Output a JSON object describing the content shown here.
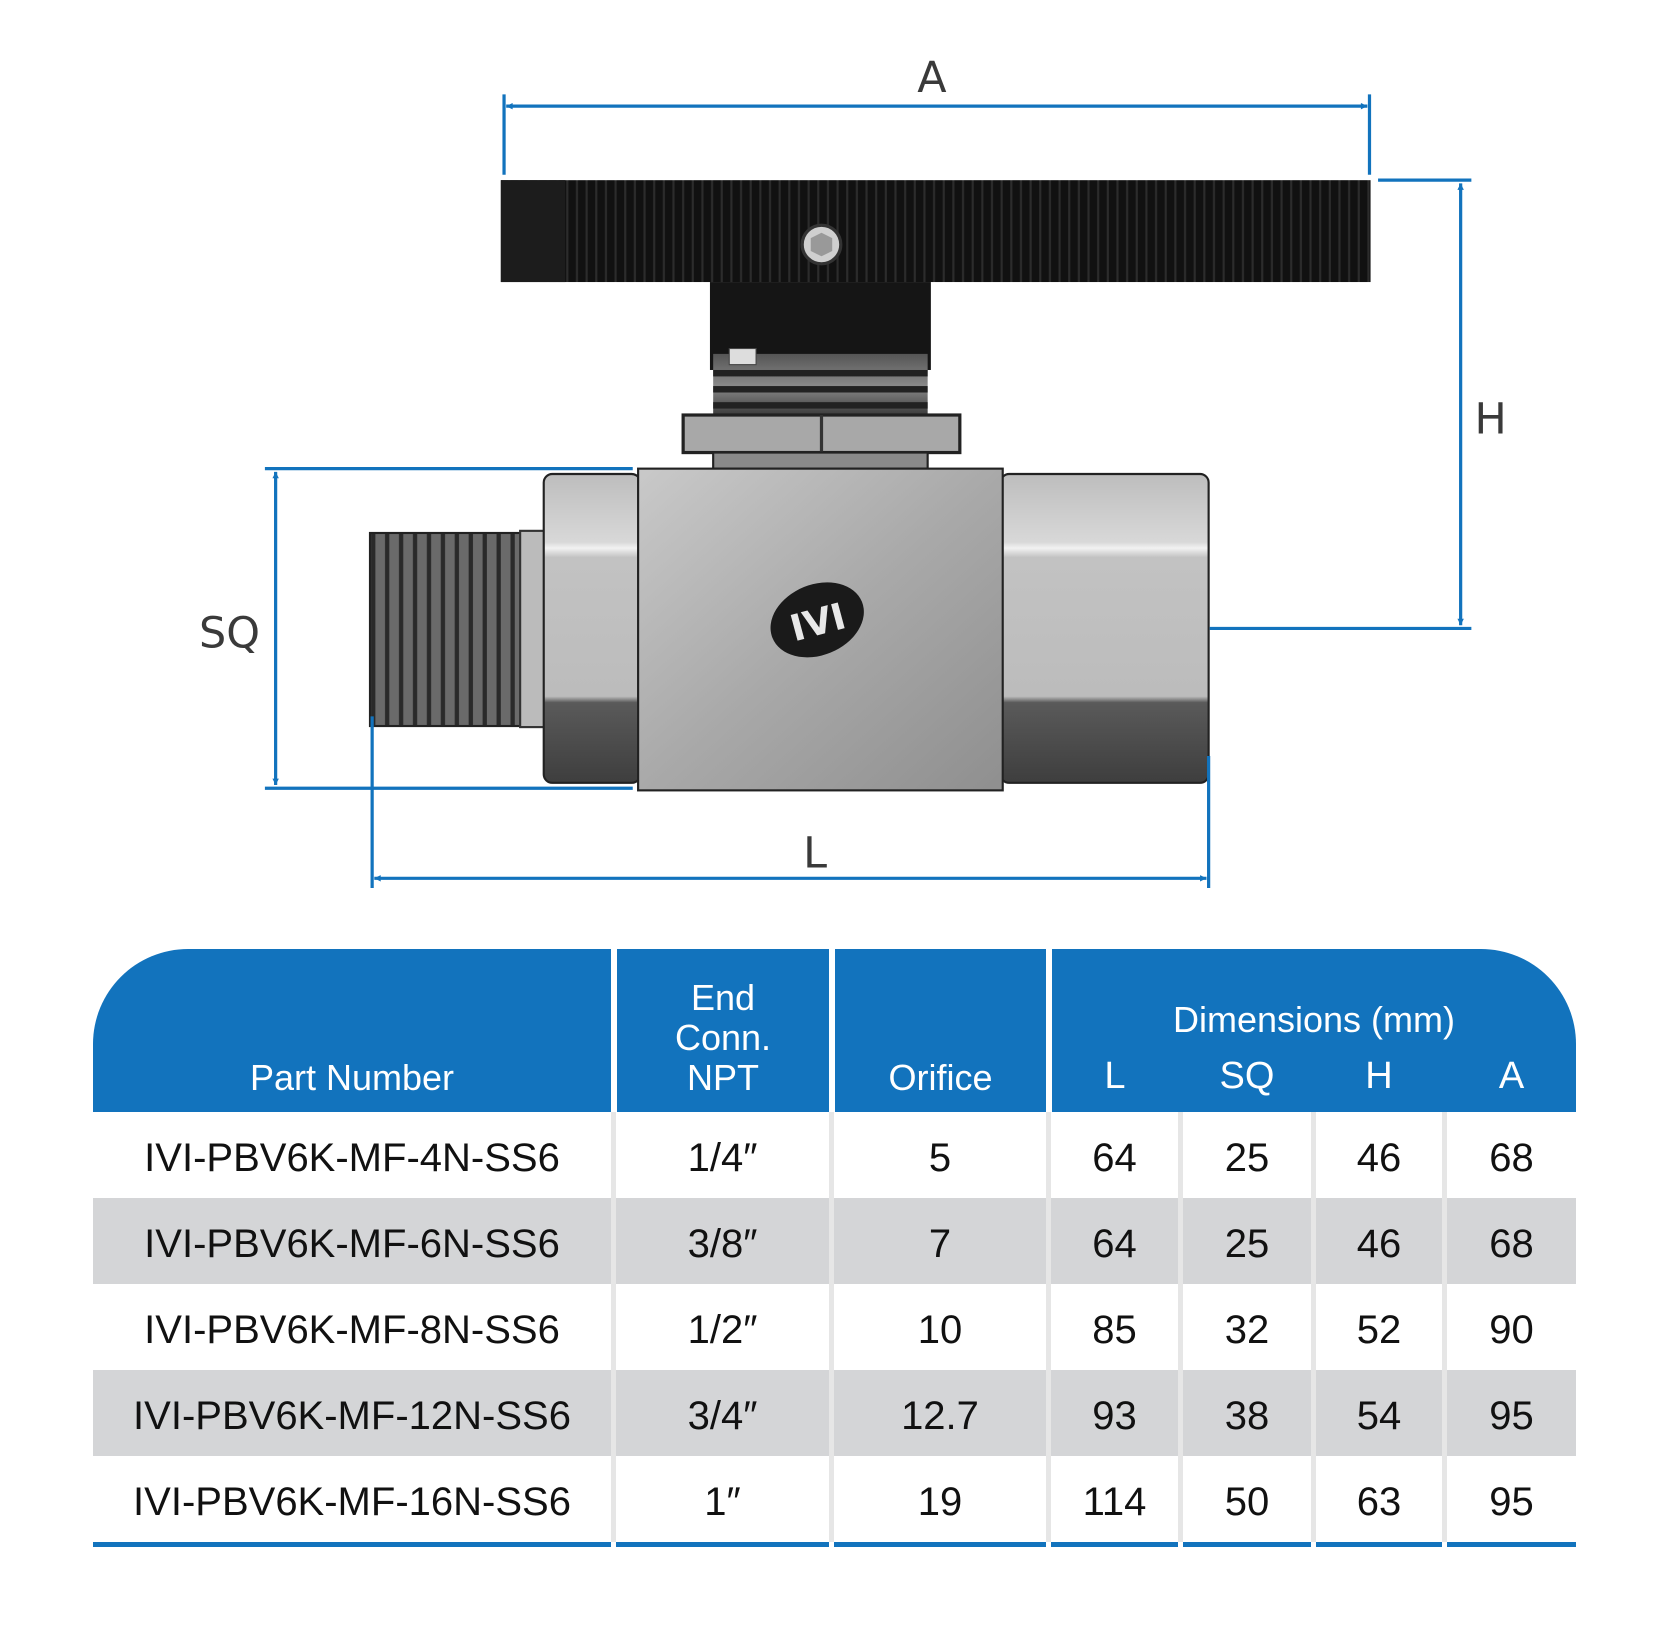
{
  "drawing": {
    "dimension_labels": {
      "A": "A",
      "H": "H",
      "SQ": "SQ",
      "L": "L"
    },
    "logo_text": "IVI",
    "accent_color": "#1273bd"
  },
  "table": {
    "headers": {
      "part_number": "Part Number",
      "end_conn_line1": "End",
      "end_conn_line2": "Conn.",
      "end_conn_line3": "NPT",
      "orifice": "Orifice",
      "dimensions": "Dimensions (mm)",
      "L": "L",
      "SQ": "SQ",
      "H": "H",
      "A": "A"
    },
    "rows": [
      [
        "IVI-PBV6K-MF-4N-SS6",
        "1/4″",
        "5",
        "64",
        "25",
        "46",
        "68"
      ],
      [
        "IVI-PBV6K-MF-6N-SS6",
        "3/8″",
        "7",
        "64",
        "25",
        "46",
        "68"
      ],
      [
        "IVI-PBV6K-MF-8N-SS6",
        "1/2″",
        "10",
        "85",
        "32",
        "52",
        "90"
      ],
      [
        "IVI-PBV6K-MF-12N-SS6",
        "3/4″",
        "12.7",
        "93",
        "38",
        "54",
        "95"
      ],
      [
        "IVI-PBV6K-MF-16N-SS6",
        "1″",
        "19",
        "114",
        "50",
        "63",
        "95"
      ]
    ]
  }
}
